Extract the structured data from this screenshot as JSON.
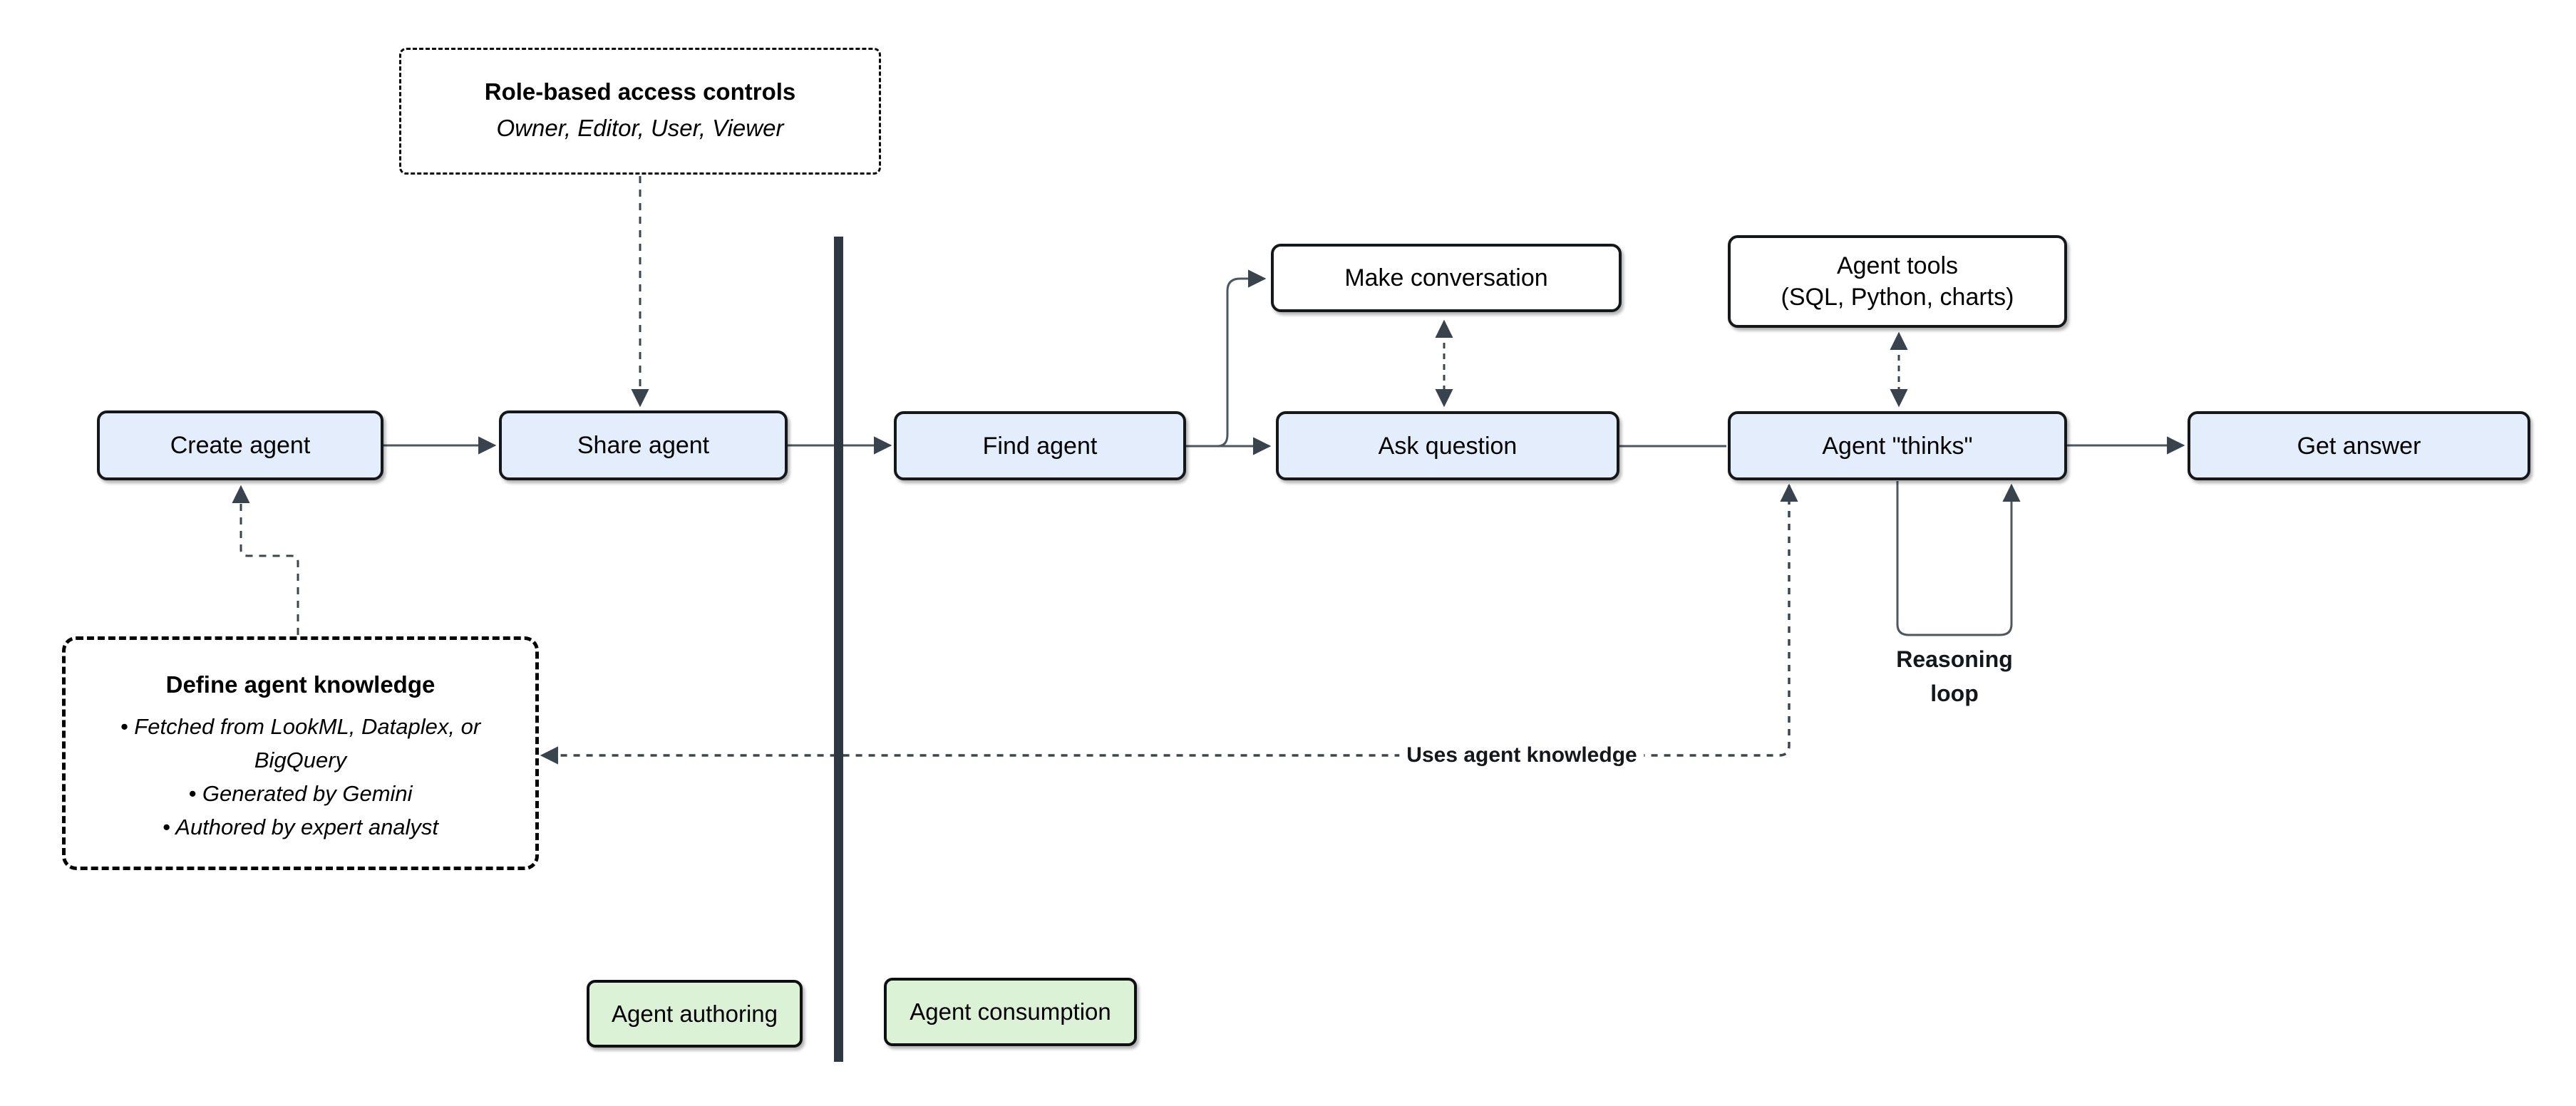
{
  "diagram": {
    "nodes": {
      "create_agent": "Create agent",
      "share_agent": "Share agent",
      "find_agent": "Find agent",
      "make_conversation": "Make conversation",
      "ask_question": "Ask question",
      "agent_tools_line1": "Agent tools",
      "agent_tools_line2": "(SQL, Python, charts)",
      "agent_thinks": "Agent \"thinks\"",
      "get_answer": "Get answer"
    },
    "notes": {
      "rbac_title": "Role-based access controls",
      "rbac_subtitle": "Owner, Editor, User, Viewer",
      "knowledge_title": "Define agent knowledge",
      "knowledge_bullets": [
        "• Fetched from LookML, Dataplex, or BigQuery",
        "• Generated by Gemini",
        "• Authored by expert analyst"
      ]
    },
    "edge_labels": {
      "uses_knowledge": "Uses agent knowledge",
      "reasoning_line1": "Reasoning",
      "reasoning_line2": "loop"
    },
    "zones": {
      "authoring": "Agent authoring",
      "consumption": "Agent consumption"
    },
    "colors": {
      "node_fill_blue": "#e3edfb",
      "node_fill_white": "#ffffff",
      "zone_fill_green": "#dbf2d6",
      "node_border": "#15181b",
      "connector": "#4d5760",
      "dashed_connector": "#3c464f",
      "arrowhead": "#39434e",
      "divider": "#2e3742",
      "text": "#000000"
    }
  }
}
